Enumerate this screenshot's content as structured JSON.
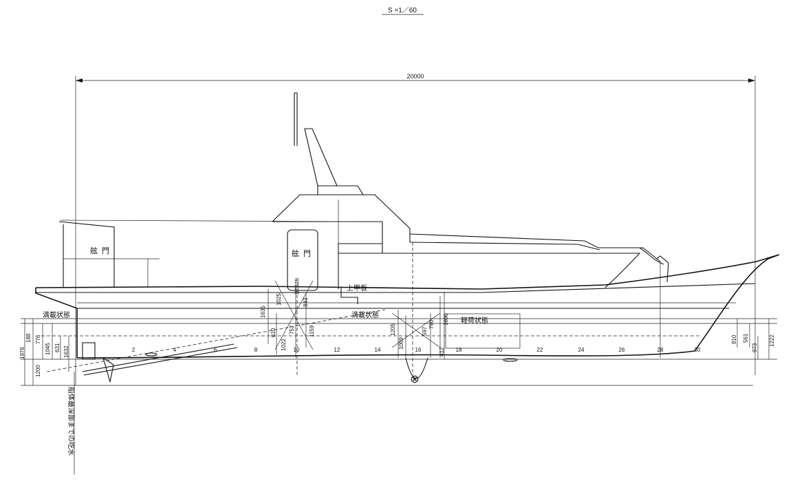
{
  "drawing": {
    "scale_label": "S =1／60",
    "overall_length_label": "20000",
    "labels": {
      "rudder_door_aft": "舷門",
      "rudder_door_mid": "舷門",
      "upper_deck": "上甲板",
      "full_load_condition": "満載状態",
      "full_load_condition_2": "満載状態",
      "light_condition": "軽荷状態",
      "draft_note": "船体最深部までの吃水",
      "small_label": "舷門位置"
    },
    "left_dimensions": [
      "188",
      "776",
      "1045",
      "631",
      "1632",
      "1976",
      "1200"
    ],
    "mid_dimensions": [
      "1635",
      "1025",
      "610",
      "1022",
      "757",
      "843",
      "1159",
      "1205",
      "1009",
      "597",
      "790",
      "1600",
      "412"
    ],
    "right_dimensions": [
      "810",
      "561",
      "973",
      "1222"
    ],
    "frame_numbers": [
      "2",
      "4",
      "6",
      "8",
      "10",
      "12",
      "14",
      "16",
      "18",
      "20",
      "22",
      "24",
      "26",
      "28",
      "30"
    ]
  }
}
